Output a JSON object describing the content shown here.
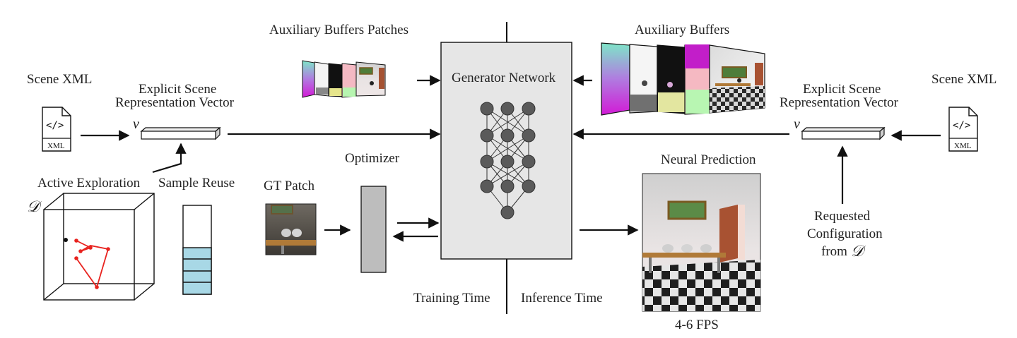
{
  "labels": {
    "scene_xml_left": "Scene XML",
    "file_tag_left": "XML",
    "explicit_left_1": "Explicit Scene",
    "explicit_left_2": "Representation Vector",
    "v_left": "v",
    "active_exploration": "Active Exploration",
    "sample_reuse": "Sample Reuse",
    "dataset_symbol": "𝒟",
    "aux_patches": "Auxiliary Buffers Patches",
    "gt_patch": "GT Patch",
    "optimizer": "Optimizer",
    "generator_network": "Generator Network",
    "training_time": "Training Time",
    "inference_time": "Inference Time",
    "aux_buffers": "Auxiliary Buffers",
    "neural_prediction": "Neural Prediction",
    "fps": "4-6 FPS",
    "explicit_right_1": "Explicit Scene",
    "explicit_right_2": "Representation Vector",
    "v_right": "v",
    "scene_xml_right": "Scene XML",
    "file_tag_right": "XML",
    "requested_1": "Requested",
    "requested_2": "Configuration",
    "requested_3": "from",
    "requested_symbol": "𝒟",
    "code_glyph": "</>"
  },
  "colors": {
    "generator_fill": "#e6e6e6",
    "optimizer_fill": "#bdbdbd",
    "neuron_fill": "#5a5a5a",
    "reuse_fill": "#a8d8e6",
    "path_red": "#e8231f"
  },
  "icons": [
    "xml-file-icon",
    "neural-network-icon",
    "sample-buffer-icon",
    "search-cube-icon"
  ]
}
